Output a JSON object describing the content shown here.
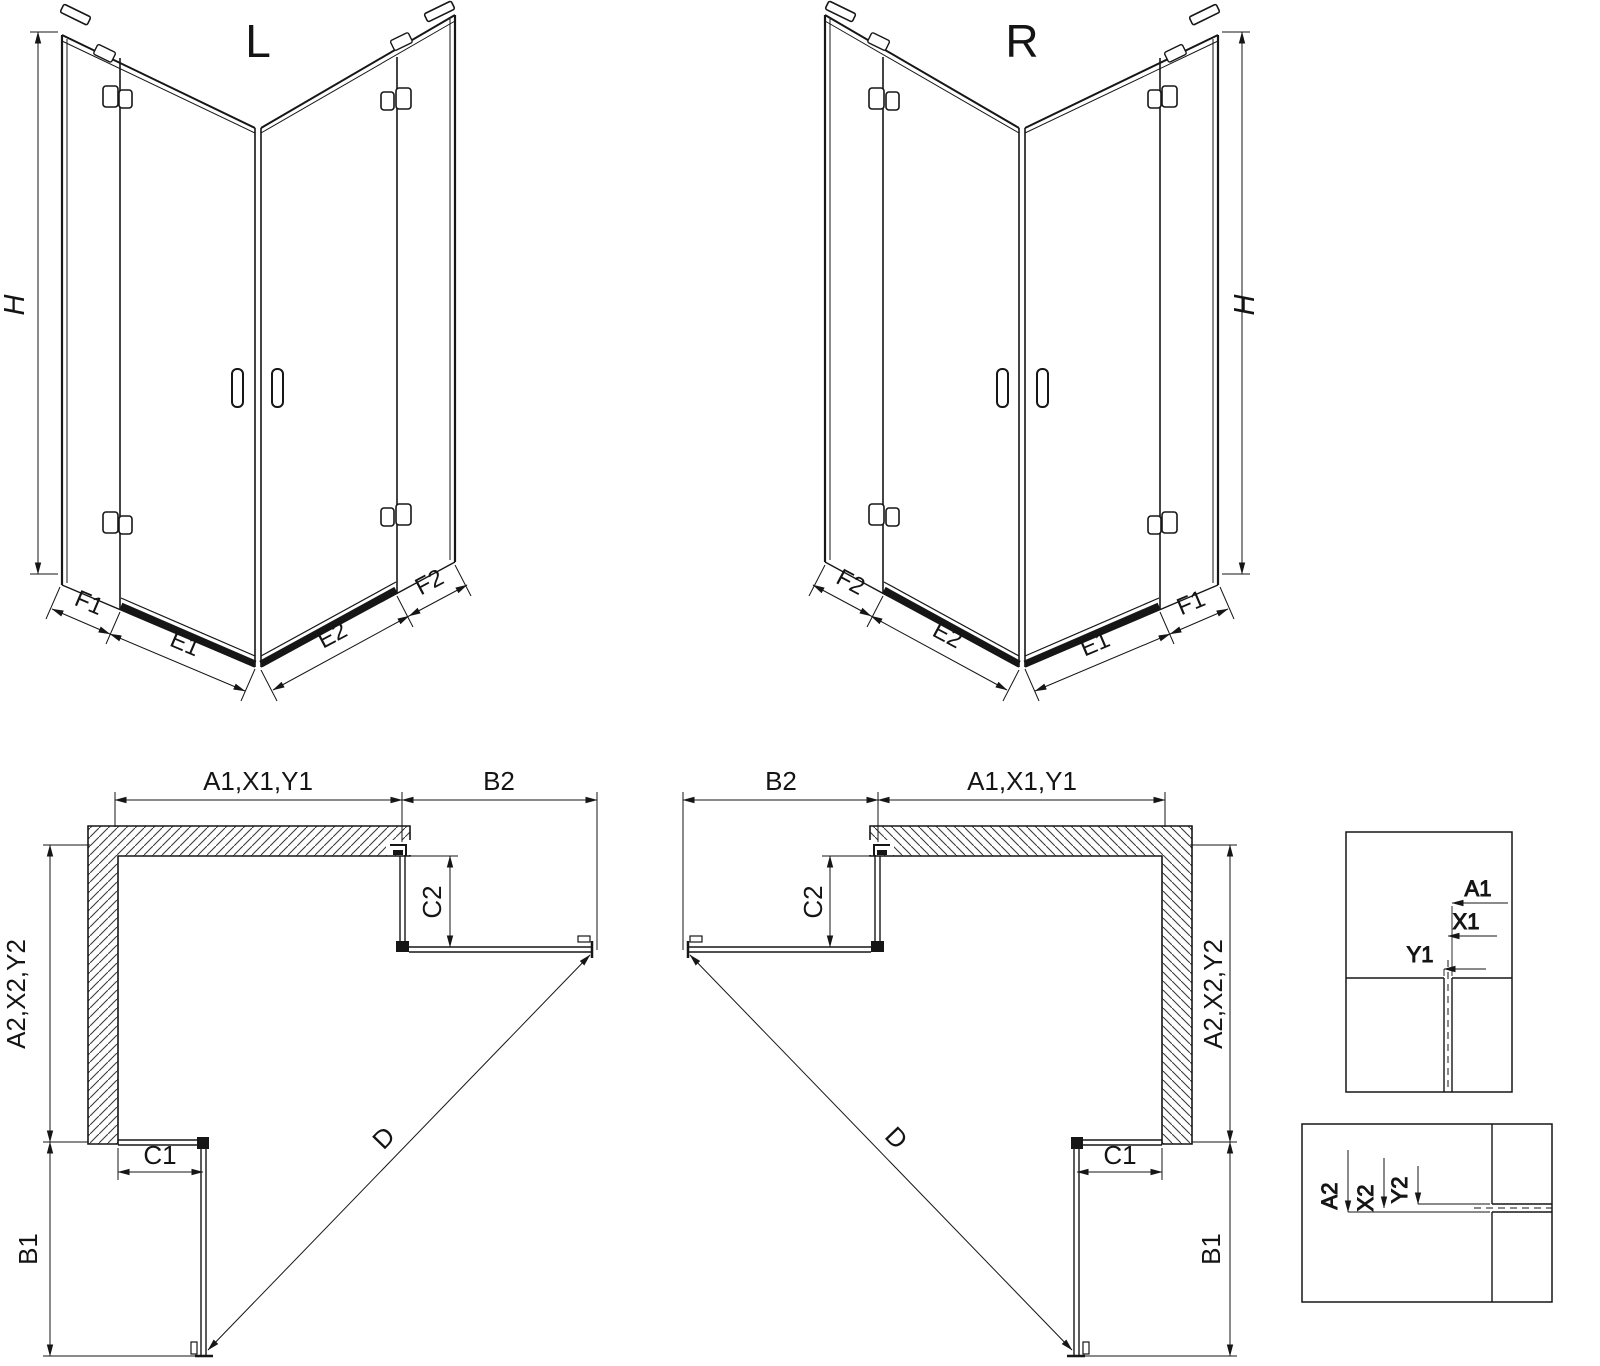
{
  "colors": {
    "line": "#161616",
    "background": "#ffffff",
    "hatch": "#3a3a3a"
  },
  "views": {
    "iso_left": {
      "title": "L",
      "h": "H",
      "f1": "F1",
      "e1": "E1",
      "e2": "E2",
      "f2": "F2"
    },
    "iso_right": {
      "title": "R",
      "h": "H",
      "f1": "F1",
      "e1": "E1",
      "e2": "E2",
      "f2": "F2"
    },
    "plan_left": {
      "a1": "A1,X1,Y1",
      "b2": "B2",
      "c2": "C2",
      "a2": "A2,X2,Y2",
      "c1": "C1",
      "b1": "B1",
      "d": "D"
    },
    "plan_right": {
      "a1": "A1,X1,Y1",
      "b2": "B2",
      "c2": "C2",
      "a2": "A2,X2,Y2",
      "c1": "C1",
      "b1": "B1",
      "d": "D"
    },
    "detail_top": {
      "a1": "A1",
      "x1": "X1",
      "y1": "Y1"
    },
    "detail_bottom": {
      "a2": "A2",
      "x2": "X2",
      "y2": "Y2"
    }
  }
}
